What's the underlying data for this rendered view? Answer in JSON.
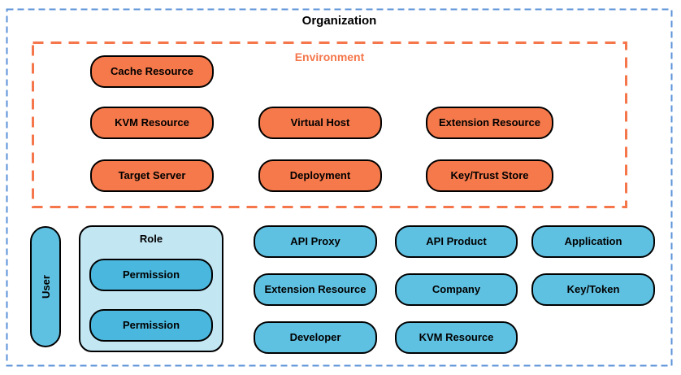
{
  "diagram": {
    "organization_label": "Organization",
    "environment": {
      "label": "Environment",
      "pills": [
        {
          "label": "Cache Resource"
        },
        {
          "label": "KVM Resource"
        },
        {
          "label": "Virtual Host"
        },
        {
          "label": "Extension Resource"
        },
        {
          "label": "Target Server"
        },
        {
          "label": "Deployment"
        },
        {
          "label": "Key/Trust Store"
        }
      ]
    },
    "organization": {
      "user_label": "User",
      "role": {
        "label": "Role",
        "permissions": [
          {
            "label": "Permission"
          },
          {
            "label": "Permission"
          }
        ]
      },
      "pills": [
        {
          "label": "API Proxy"
        },
        {
          "label": "API Product"
        },
        {
          "label": "Application"
        },
        {
          "label": "Extension Resource"
        },
        {
          "label": "Company"
        },
        {
          "label": "Key/Token"
        },
        {
          "label": "Developer"
        },
        {
          "label": "KVM Resource"
        }
      ]
    },
    "colors": {
      "organization_border": "#5B92D8",
      "environment_accent": "#F4764A",
      "env_pill_fill": "#F5794B",
      "org_pill_fill": "#5FC1E2",
      "permission_fill": "#4AB8DE",
      "role_fill": "#C3E6F3"
    }
  }
}
